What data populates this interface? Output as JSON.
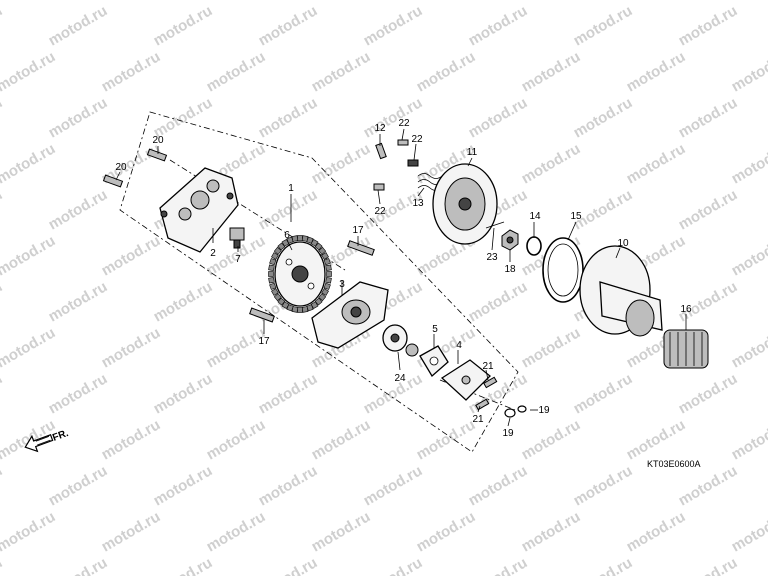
{
  "watermark": {
    "text": "motod.ru"
  },
  "labels": {
    "p1": "1",
    "p2": "2",
    "p3": "3",
    "p4": "4",
    "p5": "5",
    "p6": "6",
    "p7": "7",
    "p10": "10",
    "p11": "11",
    "p12": "12",
    "p13": "13",
    "p14": "14",
    "p15": "15",
    "p16": "16",
    "p17a": "17",
    "p17b": "17",
    "p18": "18",
    "p19a": "19",
    "p19b": "19",
    "p20a": "20",
    "p20b": "20",
    "p21a": "21",
    "p21b": "21",
    "p22a": "22",
    "p22b": "22",
    "p22c": "22",
    "p23": "23",
    "p24": "24"
  },
  "direction": {
    "label": "FR."
  },
  "diagram_code": "KT03E0600A"
}
